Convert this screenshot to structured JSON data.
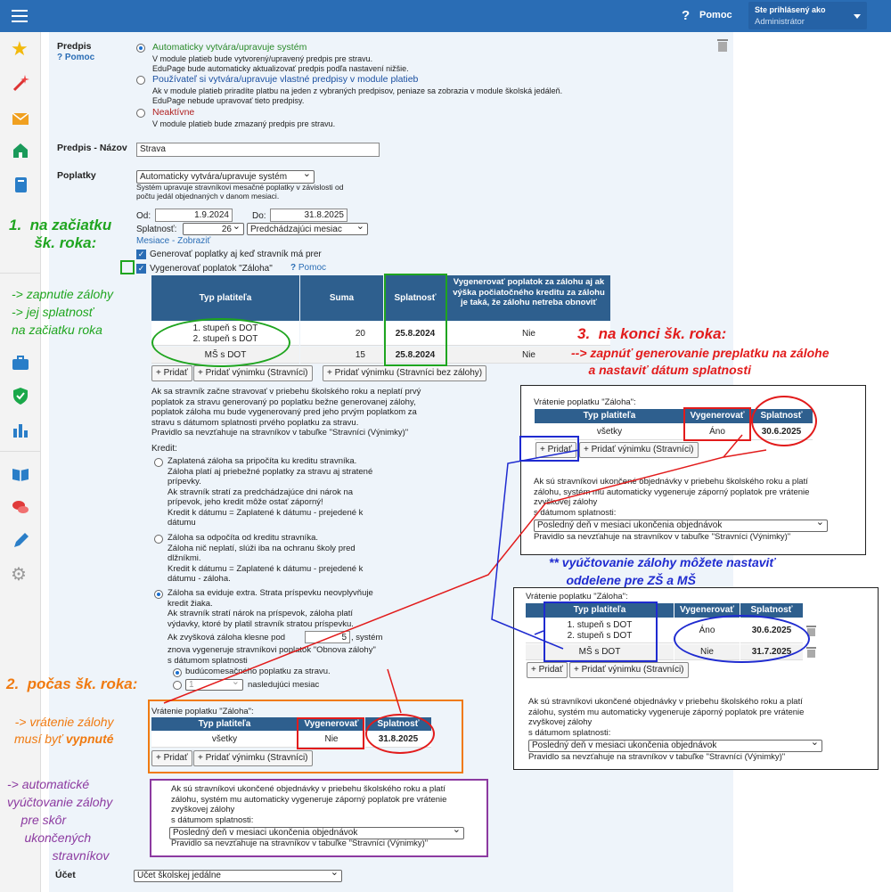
{
  "header": {
    "help_label": "Pomoc",
    "logged_in_label": "Ste prihlásený ako",
    "user": "Administrátor"
  },
  "sidebar": {
    "icons": [
      "star-icon",
      "magic-wand-icon",
      "mail-icon",
      "home-icon",
      "book-icon",
      "briefcase-icon",
      "shield-check-icon",
      "bar-chart-icon",
      "open-book-icon",
      "chat-bubbles-icon",
      "pen-icon",
      "gear-icon"
    ]
  },
  "predpis": {
    "label": "Predpis",
    "help": "Pomoc",
    "options": [
      {
        "title": "Automaticky vytvára/upravuje systém",
        "desc": "V module platieb bude vytvorený/upravený predpis pre stravu.\nEduPage bude automaticky aktualizovať predpis podľa nastavení nižšie.",
        "color": "#2a8a2a",
        "selected": true
      },
      {
        "title": "Používateľ si vytvára/upravuje vlastné predpisy v module platieb",
        "desc": "Ak v module platieb priradíte platbu na jeden z vybraných predpisov, peniaze sa zobrazia v module školská jedáleň.\nEduPage nebude upravovať tieto predpisy.",
        "color": "#1a4fa0",
        "selected": false
      },
      {
        "title": "Neaktívne",
        "desc": "V module platieb bude zmazaný predpis pre stravu.",
        "color": "#b02020",
        "selected": false
      }
    ]
  },
  "nazov": {
    "label": "Predpis - Názov",
    "value": "Strava"
  },
  "poplatky": {
    "label": "Poplatky",
    "select": "Automaticky vytvára/upravuje systém",
    "desc": "Systém upravuje stravníkovi mesačné poplatky v závislosti od\npočtu jedál objednaných v danom mesiaci.",
    "od_label": "Od:",
    "od": "1.9.2024",
    "do_label": "Do:",
    "do": "31.8.2025",
    "splatnost_label": "Splatnosť:",
    "splatnost_day": "26",
    "splatnost_month": "Predchádzajúci mesiac",
    "mesiace": "Mesiace - Zobraziť",
    "gen_label": "Generovať poplatky aj keď stravník má prer",
    "zaloha_label": "Vygenerovať poplatok \"Záloha\"",
    "zaloha_help": "Pomoc"
  },
  "table1": {
    "headers": [
      "Typ platiteľa",
      "Suma",
      "Splatnosť",
      "Vygenerovať poplatok za zálohu aj ak výška počiatočného kreditu za zálohu je taká, že zálohu netreba obnoviť"
    ],
    "rows": [
      {
        "typ": "1. stupeň s DOT\n2. stupeň s DOT",
        "suma": "20",
        "splatnost": "25.8.2024",
        "gen": "Nie"
      },
      {
        "typ": "MŠ s DOT",
        "suma": "15",
        "splatnost": "25.8.2024",
        "gen": "Nie"
      }
    ]
  },
  "buttons": {
    "add": "+ Pridať",
    "add_exc": "+ Pridať výnimku (Stravníci)",
    "add_exc_nz": "+ Pridať výnimku (Stravníci bez zálohy)"
  },
  "info": "Ak sa stravník začne stravovať v priebehu školského roku a neplatí prvý\npoplatok za stravu generovaný po poplatku bežne generovanej zálohy,\npoplatok záloha mu bude vygenerovaný pred jeho prvým poplatkom za\nstravu s dátumom splatnosti prvého poplatku za stravu.\nPravidlo sa nevzťahuje na stravníkov v tabuľke \"Stravníci (Výnimky)\"",
  "kredit": {
    "label": "Kredit:",
    "options": [
      {
        "text": "Zaplatená záloha sa pripočíta ku kreditu stravníka.\nZáloha platí aj priebežné poplatky za stravu aj stratené\nprípevky.\nAk stravník stratí za predchádzajúce dni nárok na\nprípevok, jeho kredit môže ostať záporný!\nKredit k dátumu = Zaplatené k dátumu - prejedené k\ndátumu",
        "selected": false
      },
      {
        "text": "Záloha sa odpočíta od kreditu stravníka.\nZáloha nič neplatí, slúži iba na ochranu školy pred\ndlžníkmi.\nKredit k dátumu = Zaplatené k dátumu - prejedené k\ndátumu - záloha.",
        "selected": false
      },
      {
        "text": "Záloha sa eviduje extra. Strata príspevku neovplyvňuje\nkredit žiaka.\nAk stravník stratí nárok na príspevok, záloha platí\nvýdavky, ktoré by platil stravník stratou príspevku.",
        "selected": true
      }
    ],
    "ak_text1": "Ak zvyšková záloha klesne pod",
    "ak_value": "5",
    "ak_text2": ", systém",
    "ak_text3": "znova vygeneruje stravníkovi poplatok \"Obnova zálohy\"\ns dátumom splatnosti",
    "bud": "budúcomesačného poplatku za stravu.",
    "next_value": "1",
    "next_label": "nasledujúci mesiac"
  },
  "vratenie_main": {
    "title": "Vrátenie poplatku \"Záloha\":",
    "headers": [
      "Typ platiteľa",
      "Vygenerovať",
      "Splatnosť"
    ],
    "row": {
      "typ": "všetky",
      "gen": "Nie",
      "splatnost": "31.8.2025"
    }
  },
  "auto_text": "Ak sú stravníkovi ukončené objednávky v priebehu školského roku a platí\nzálohu, systém mu automaticky vygeneruje záporný poplatok pre vrátenie\nzvyškovej zálohy\ns dátumom splatnosti:",
  "auto_select": "Posledný deň v mesiaci ukončenia objednávok",
  "auto_rule": "Pravidlo sa nevzťahuje na stravníkov v tabuľke \"Stravníci (Výnimky)\"",
  "ucet": {
    "label": "Účet",
    "select": "Účet školskej jedálne"
  },
  "popup1": {
    "title": "Vrátenie poplatku \"Záloha\":",
    "headers": [
      "Typ platiteľa",
      "Vygenerovať",
      "Splatnosť"
    ],
    "row": {
      "typ": "všetky",
      "gen": "Áno",
      "splatnost": "30.6.2025"
    }
  },
  "popup2": {
    "title": "Vrátenie poplatku \"Záloha\":",
    "headers": [
      "Typ platiteľa",
      "Vygenerovať",
      "Splatnosť"
    ],
    "rows": [
      {
        "typ": "1. stupeň s DOT\n2. stupeň s DOT",
        "gen": "Áno",
        "splatnost": "30.6.2025"
      },
      {
        "typ": "MŠ s DOT",
        "gen": "Nie",
        "splatnost": "31.7.2025"
      }
    ]
  },
  "annotations": {
    "a1": "1.  na začiatku\n      šk. roka:",
    "a1b": "-> zapnutie zálohy\n-> jej splatnosť\nna začiatku roka",
    "a2": "2.  počas šk. roka:",
    "a2b_1": "-> vrátenie zálohy\nmusí byť ",
    "a2b_bold": "vypnuté",
    "a3": "3.  na konci šk. roka:",
    "a3b": "--> zapnúť generovanie preplatku na zálohe\n     a nastaviť dátum splatnosti",
    "a4": "** vyúčtovanie zálohy môžete nastaviť\n     oddelene pre ZŠ a MŠ",
    "a5": "-> automatické\nvyúčtovanie zálohy\n    pre skôr\n     ukončených\n             stravníkov"
  },
  "colors": {
    "green": "#1fa51f",
    "orange": "#f07a10",
    "red": "#e21b1b",
    "blue": "#1f2bd0",
    "purple": "#8c3aa0",
    "header": "#2e5f8e"
  }
}
